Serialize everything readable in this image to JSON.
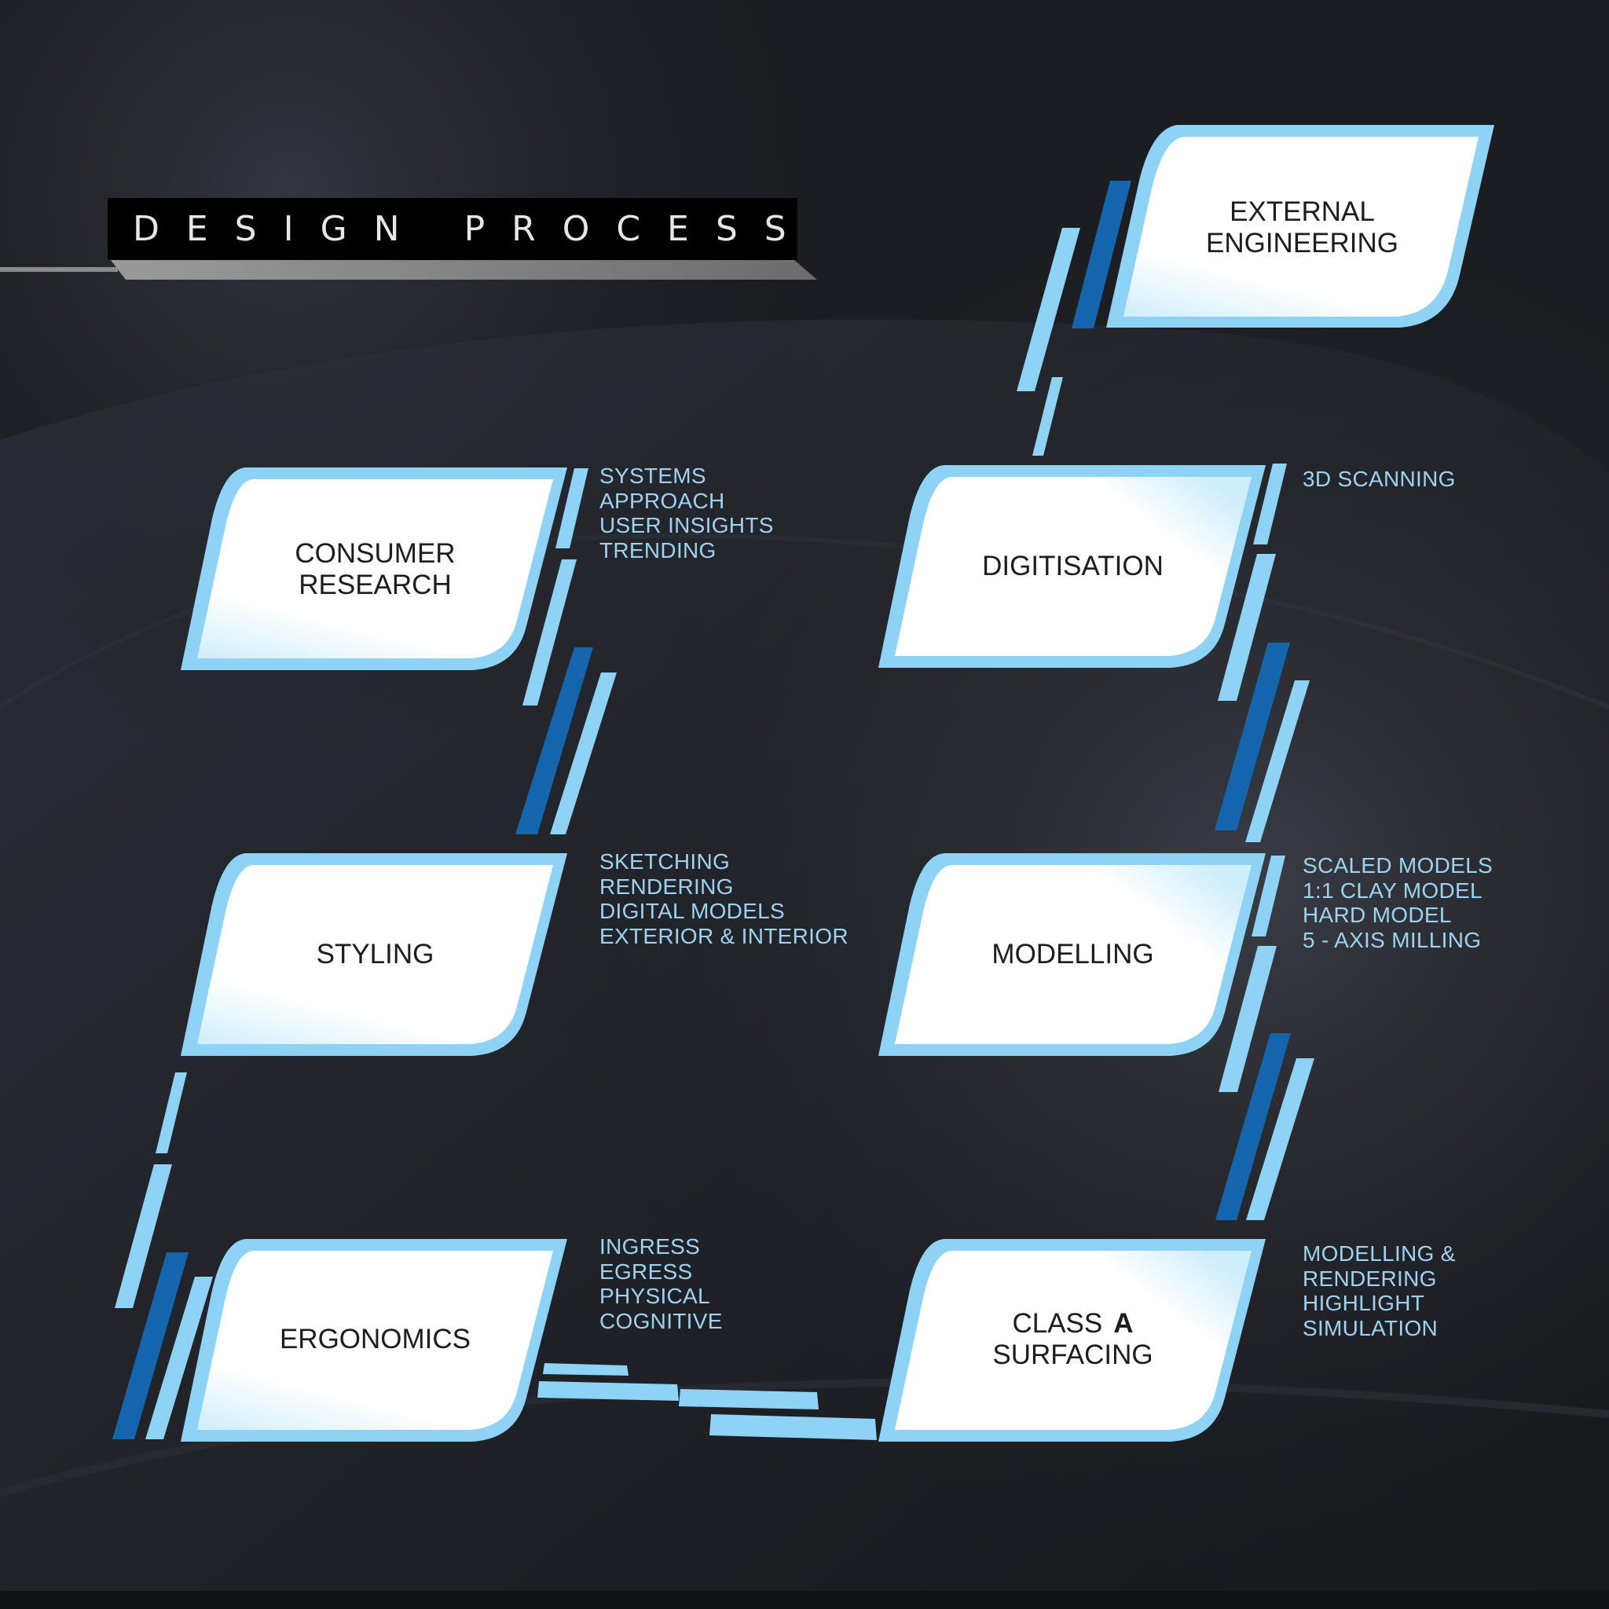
{
  "title": "DESIGN PROCESS",
  "colors": {
    "background": "#1b1d22",
    "box_fill": "#ffffff",
    "frame_light_blue": "#8ed3f5",
    "connector_dark_blue": "#1565ac",
    "note_text": "#9fd2f0"
  },
  "stages": {
    "consumer_research": {
      "label": "CONSUMER\nRESEARCH",
      "notes": [
        "SYSTEMS",
        "APPROACH",
        "USER INSIGHTS",
        "TRENDING"
      ]
    },
    "styling": {
      "label": "STYLING",
      "notes": [
        "SKETCHING",
        "RENDERING",
        "DIGITAL MODELS",
        "EXTERIOR & INTERIOR"
      ]
    },
    "ergonomics": {
      "label": "ERGONOMICS",
      "notes": [
        "INGRESS",
        "EGRESS",
        "PHYSICAL",
        "COGNITIVE"
      ]
    },
    "class_a_surfacing": {
      "label_prefix": "CLASS",
      "label_emphasis": "A",
      "label_line2": "SURFACING",
      "notes": [
        "MODELLING &",
        "RENDERING",
        "HIGHLIGHT",
        "SIMULATION"
      ]
    },
    "modelling": {
      "label": "MODELLING",
      "notes": [
        "SCALED MODELS",
        "1:1 CLAY MODEL",
        "HARD MODEL",
        "5 - AXIS MILLING"
      ]
    },
    "digitisation": {
      "label": "DIGITISATION",
      "notes": [
        "3D SCANNING"
      ]
    },
    "external_engineering": {
      "label": "EXTERNAL\nENGINEERING"
    }
  }
}
